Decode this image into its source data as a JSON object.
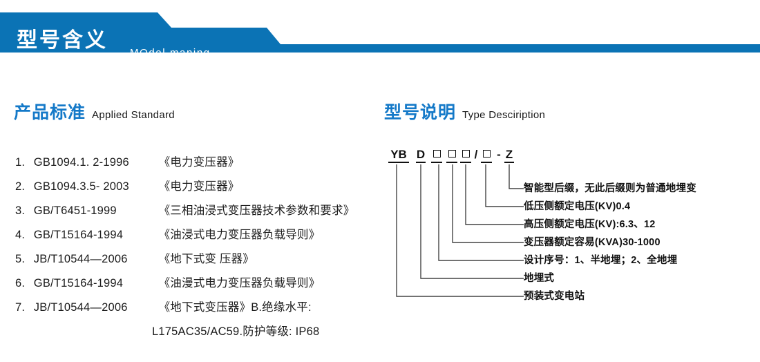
{
  "banner": {
    "title_cn": "型号含义",
    "title_en": "MOdel maning",
    "color": "#0b73b5"
  },
  "sections": {
    "left": {
      "cn": "产品标准",
      "en": "Applied Standard"
    },
    "right": {
      "cn": "型号说明",
      "en": "Type Desciription"
    }
  },
  "accent_color": "#1479c8",
  "standards": {
    "items": [
      {
        "no": "1.",
        "code": "GB1094.1. 2-1996",
        "name": "《电力变压器》"
      },
      {
        "no": "2.",
        "code": "GB1094.3.5- 2003",
        "name": "《电力变压器》"
      },
      {
        "no": "3.",
        "code": "GB/T6451-1999",
        "name": "《三相油浸式变压器技术参数和要求》"
      },
      {
        "no": "4.",
        "code": "GB/T15164-1994",
        "name": "《油浸式电力变压器负载导则》"
      },
      {
        "no": "5.",
        "code": "JB/T10544—2006",
        "name": "《地下式变 压器》"
      },
      {
        "no": "6.",
        "code": "GB/T15164-1994",
        "name": "《油漫式电力变压器负载导则》"
      },
      {
        "no": "7.",
        "code": "JB/T10544—2006",
        "name": "《地下式变压器》B.绝缘水平:"
      }
    ],
    "continuation": "L175AC35/AC59.防护等级: IP68"
  },
  "type_code": {
    "segments": [
      {
        "text": "YB",
        "kind": "letters"
      },
      {
        "text": "D",
        "kind": "letters"
      },
      {
        "text": "□",
        "kind": "box"
      },
      {
        "text": "□",
        "kind": "box"
      },
      {
        "text": "□",
        "kind": "box"
      },
      {
        "text": "/",
        "kind": "slash"
      },
      {
        "text": "□",
        "kind": "box"
      },
      {
        "text": "-",
        "kind": "dash"
      },
      {
        "text": "Z",
        "kind": "letters"
      }
    ],
    "code_string": "YB D □□□/□ - Z",
    "descriptions": [
      "智能型后缀，无此后缀则为普通地埋变",
      "低压侧额定电压(KV)0.4",
      "高压侧额定电压(KV):6.3、12",
      "变压器额定容易(KVA)30-1000",
      "设计序号：1、半地埋；2、全地埋",
      "地埋式",
      "预装式变电站"
    ]
  }
}
